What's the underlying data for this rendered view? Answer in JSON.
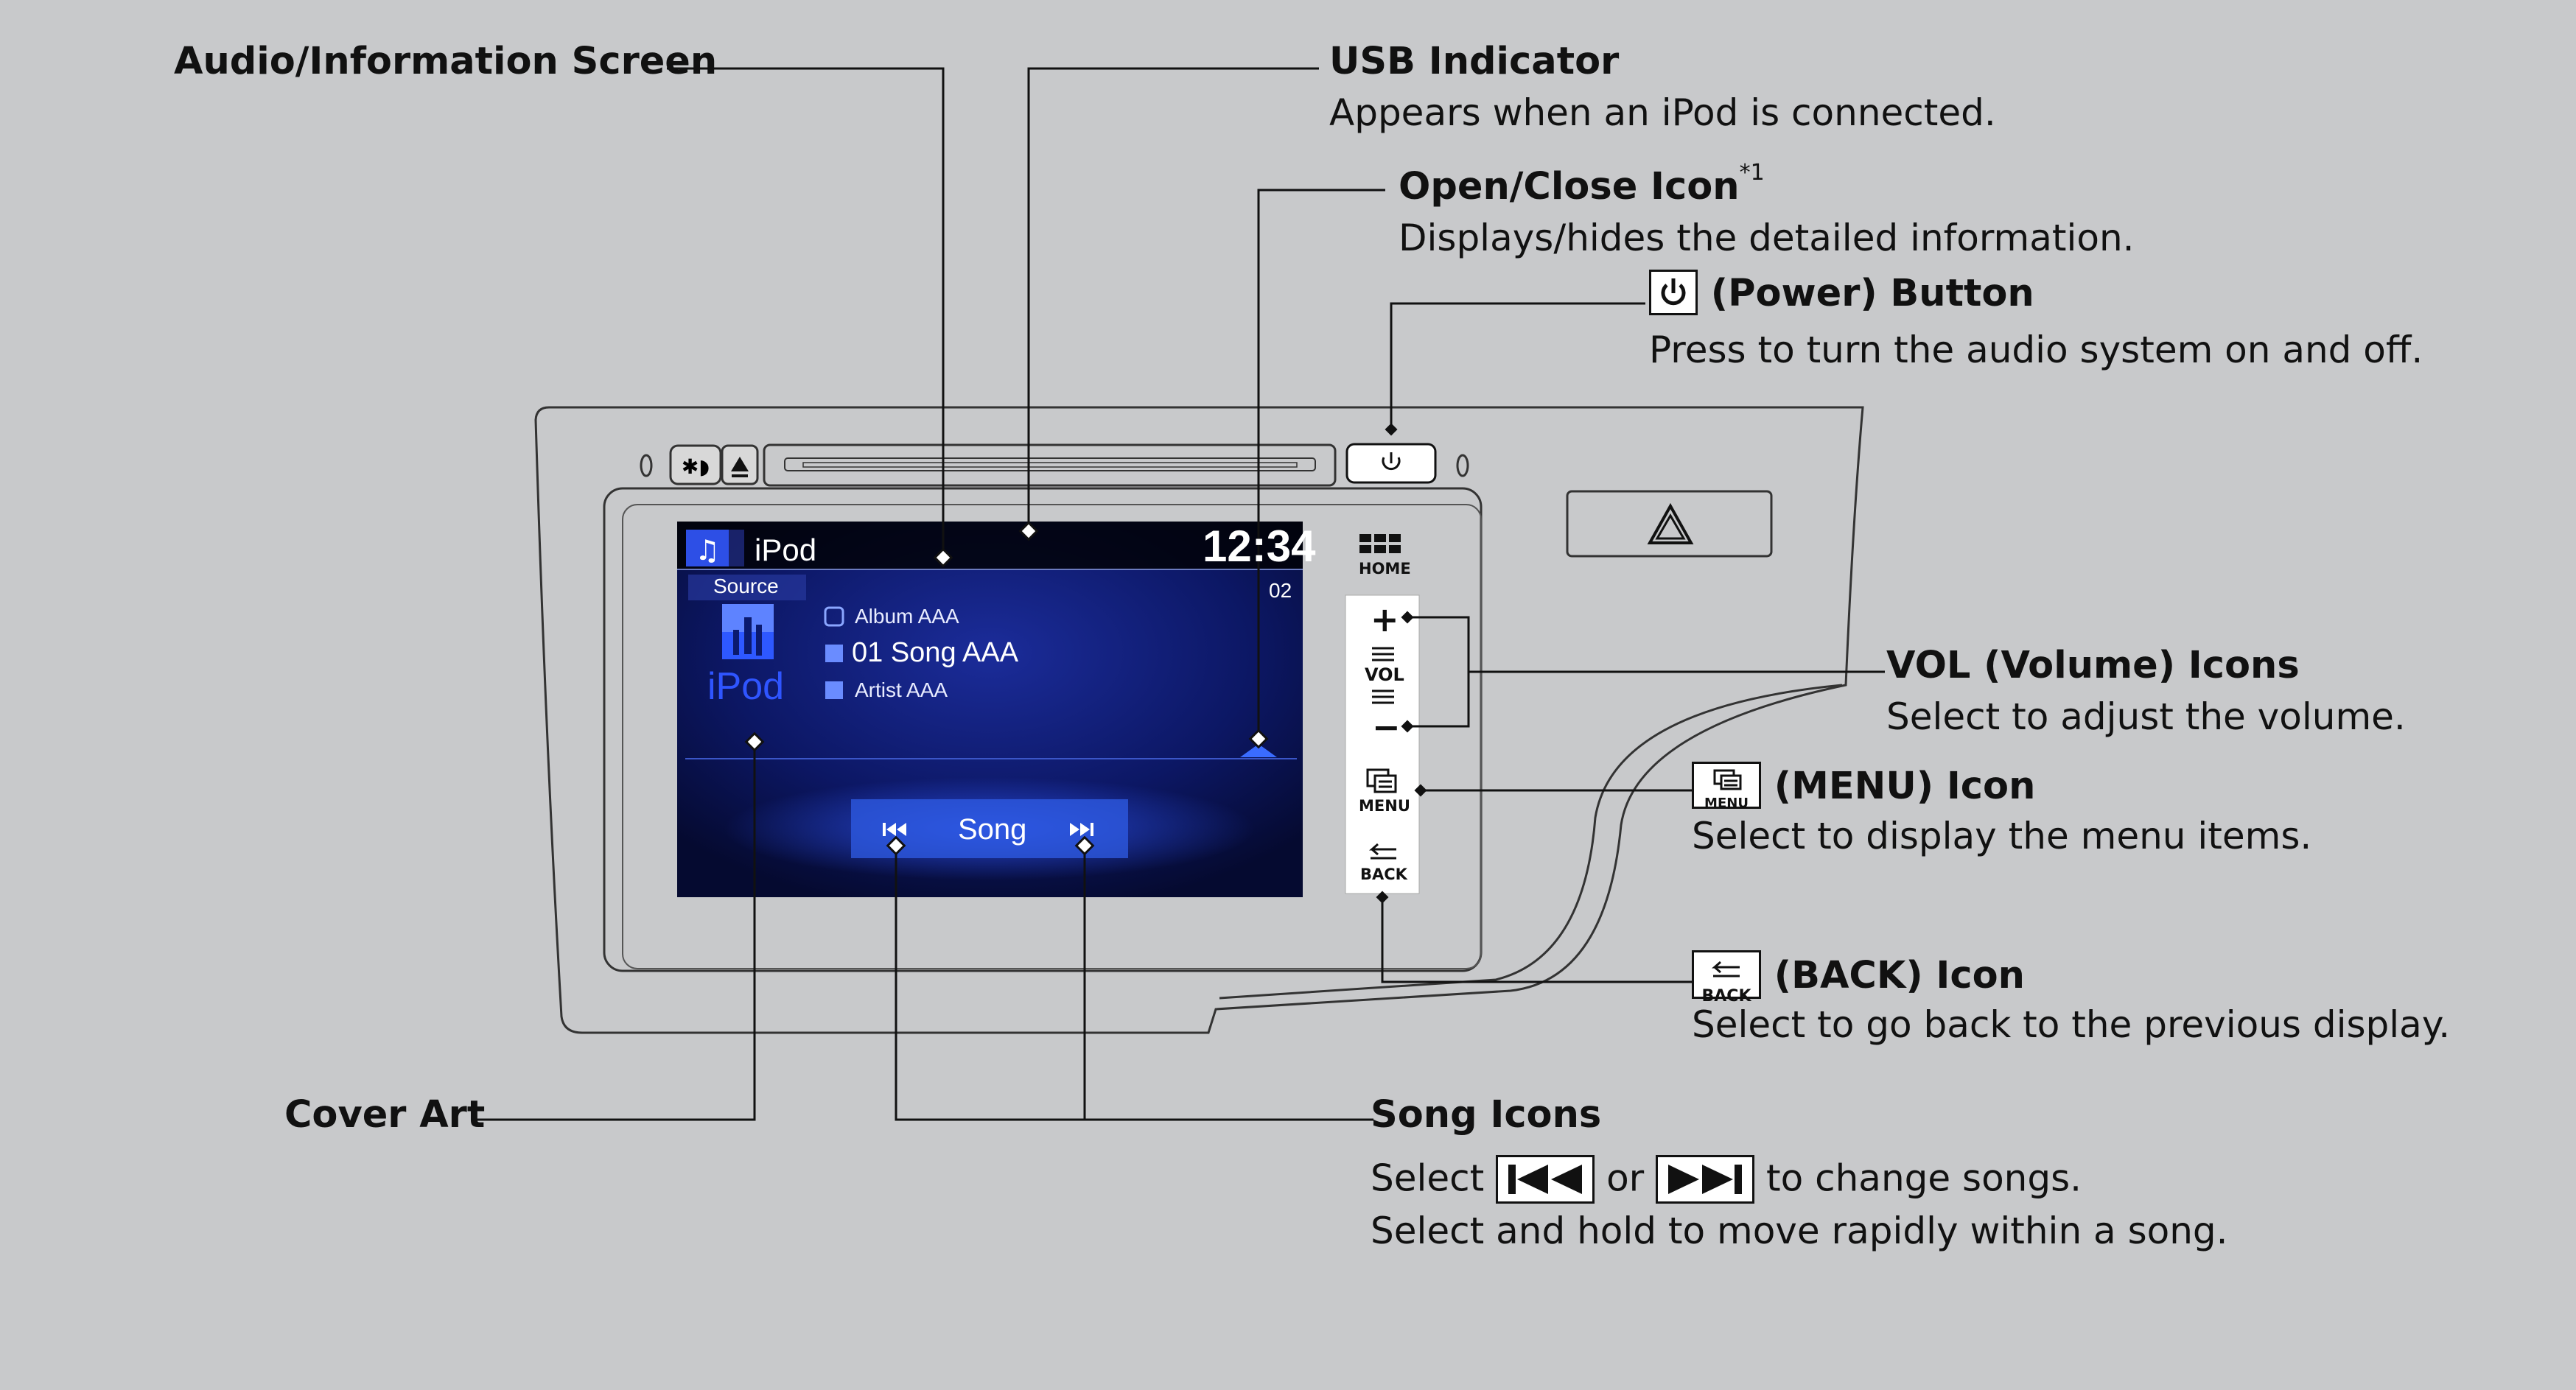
{
  "callouts": {
    "audio_screen": {
      "title": "Audio/Information Screen"
    },
    "usb": {
      "title": "USB Indicator",
      "desc": "Appears when an iPod is connected."
    },
    "open_close": {
      "title": "Open/Close Icon",
      "footnote": "*1",
      "desc": "Displays/hides the detailed information."
    },
    "power": {
      "title": "(Power) Button",
      "desc": "Press to turn the audio system on and off.",
      "icon": "power-icon"
    },
    "vol": {
      "title": "VOL (Volume) Icons",
      "desc": "Select to adjust the volume."
    },
    "menu": {
      "title": "(MENU) Icon",
      "desc": "Select to display the menu items.",
      "icon_label": "MENU"
    },
    "back": {
      "title": "(BACK) Icon",
      "desc": "Select to go back to the previous display.",
      "icon_label": "BACK"
    },
    "cover_art": {
      "title": "Cover Art"
    },
    "song": {
      "title": "Song Icons",
      "desc_pre": "Select",
      "desc_or": "or",
      "desc_post": "to change songs.",
      "desc2": "Select and hold to move rapidly within a song."
    }
  },
  "screen": {
    "source_name": "iPod",
    "clock": "12:34",
    "track_no": "02",
    "source_label": "Source",
    "cover_text": "iPod",
    "album": "Album AAA",
    "song": "01 Song AAA",
    "artist": "Artist AAA",
    "song_button": "Song"
  },
  "panel": {
    "home_label": "HOME",
    "vol_label": "VOL",
    "menu_label": "MENU",
    "back_label": "BACK",
    "vol_plus": "+",
    "vol_minus": "−"
  },
  "colors": {
    "background": "#c8c9cb",
    "screen_bg": "#0a1450",
    "accent_blue": "#3a6cff"
  }
}
